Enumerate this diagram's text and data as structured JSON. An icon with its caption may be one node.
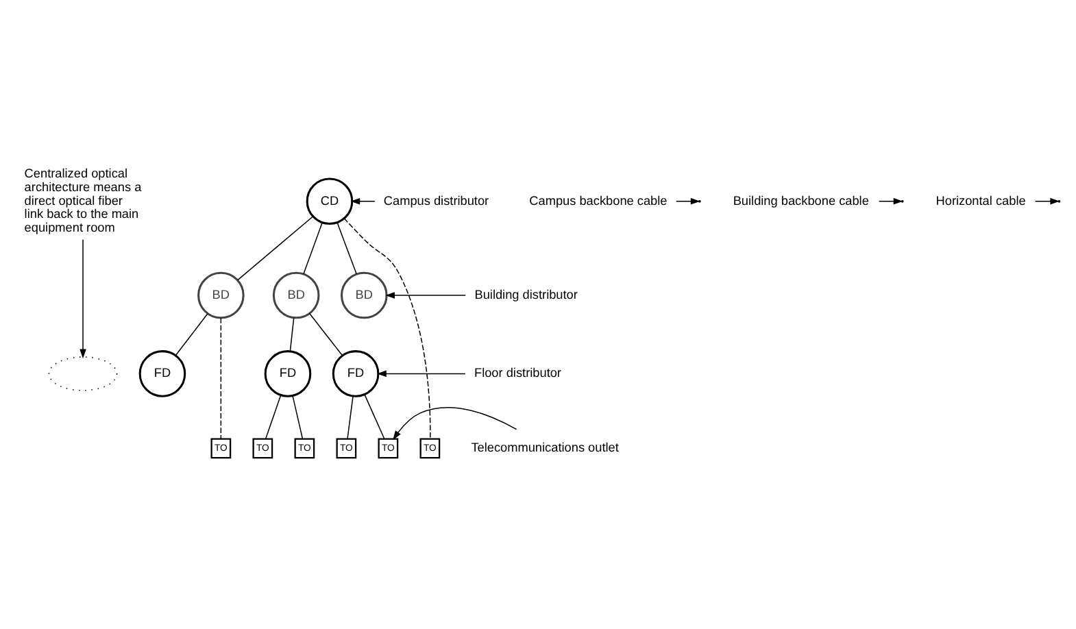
{
  "diagram": {
    "nodes": [
      {
        "text": [
          "Centralized optical architecture means a direct optical fiber link back to the main equipment room"
        ]
      },
      {
        "text": [
          "CD"
        ]
      },
      {
        "text": [
          "BD"
        ]
      },
      {
        "text": [
          "BD"
        ]
      },
      {
        "text": [
          "BD"
        ]
      },
      {
        "text": [
          "FD"
        ]
      },
      {
        "text": [
          "FD"
        ]
      },
      {
        "text": [
          "FD"
        ]
      },
      {
        "text": [],
        "shape": "ellipse"
      },
      {
        "text": [
          "TO"
        ]
      },
      {
        "text": [
          "TO"
        ]
      },
      {
        "text": [
          "TO"
        ]
      },
      {
        "text": [
          "TO"
        ]
      },
      {
        "text": [
          "TO"
        ]
      },
      {
        "text": [
          "TO"
        ]
      },
      {
        "text": [
          "Campus distributor"
        ]
      },
      {
        "text": [
          "Campus backbone cable"
        ]
      },
      {
        "text": [
          "Building distributor"
        ]
      },
      {
        "text": [
          "Building backbone cable"
        ]
      },
      {
        "text": [
          "Floor distributor"
        ]
      },
      {
        "text": [
          "Horizontal cable"
        ]
      },
      {
        "text": [
          "Telecommunications outlet"
        ]
      }
    ],
    "edges": [
      {
        "from": 1,
        "to": 2,
        "arrow": "none"
      },
      {
        "from": 1,
        "to": 3,
        "arrow": "none"
      },
      {
        "from": 1,
        "to": 4,
        "arrow": "none"
      },
      {
        "from": 2,
        "to": 5,
        "arrow": "none"
      },
      {
        "from": 3,
        "to": 6,
        "arrow": "none"
      },
      {
        "from": 3,
        "to": 7,
        "arrow": "none"
      },
      {
        "from": 6,
        "to": 11,
        "arrow": "none"
      },
      {
        "from": 6,
        "to": 12,
        "arrow": "none"
      },
      {
        "from": 7,
        "to": 13,
        "arrow": "none"
      },
      {
        "from": 7,
        "to": 14,
        "arrow": "none"
      },
      {
        "from": 1,
        "to": 9,
        "arrow": "none",
        "style": "dashed"
      },
      {
        "from": 2,
        "to": 10,
        "arrow": "none",
        "style": "dashed"
      },
      {
        "from": 0,
        "to": 8,
        "arrow": "to"
      },
      {
        "from": 15,
        "to": 1,
        "arrow": "to"
      },
      {
        "from": 16,
        "to": null,
        "arrow": "to"
      },
      {
        "from": 17,
        "to": 4,
        "arrow": "to"
      },
      {
        "from": 18,
        "to": null,
        "arrow": "to"
      },
      {
        "from": 19,
        "to": 7,
        "arrow": "to"
      },
      {
        "from": 20,
        "to": null,
        "arrow": "to"
      },
      {
        "from": 21,
        "to": 14,
        "arrow": "to"
      }
    ]
  }
}
